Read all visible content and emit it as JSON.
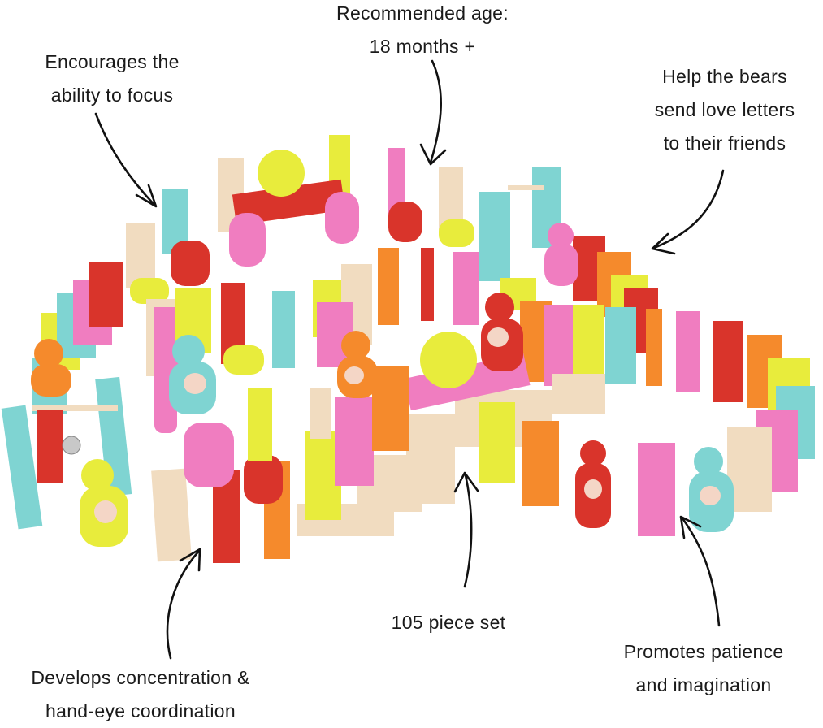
{
  "annotations": {
    "age": {
      "line1": "Recommended age:",
      "line2": "18 months +"
    },
    "focus": {
      "line1": "Encourages the",
      "line2": "ability to focus"
    },
    "bears": {
      "line1": "Help the bears",
      "line2": "send love letters",
      "line3": "to their friends"
    },
    "concentration": {
      "line1": "Develops concentration &",
      "line2": "hand-eye coordination"
    },
    "set": {
      "line1": "105 piece set"
    },
    "patience": {
      "line1": "Promotes patience",
      "line2": "and imagination"
    }
  },
  "colors": {
    "red": "#d9342b",
    "pink": "#f07dc0",
    "yellow": "#e8ec3c",
    "orange": "#f58a2c",
    "aqua": "#7fd4d2",
    "natural": "#f1dcc0",
    "text": "#1a1a1a"
  }
}
